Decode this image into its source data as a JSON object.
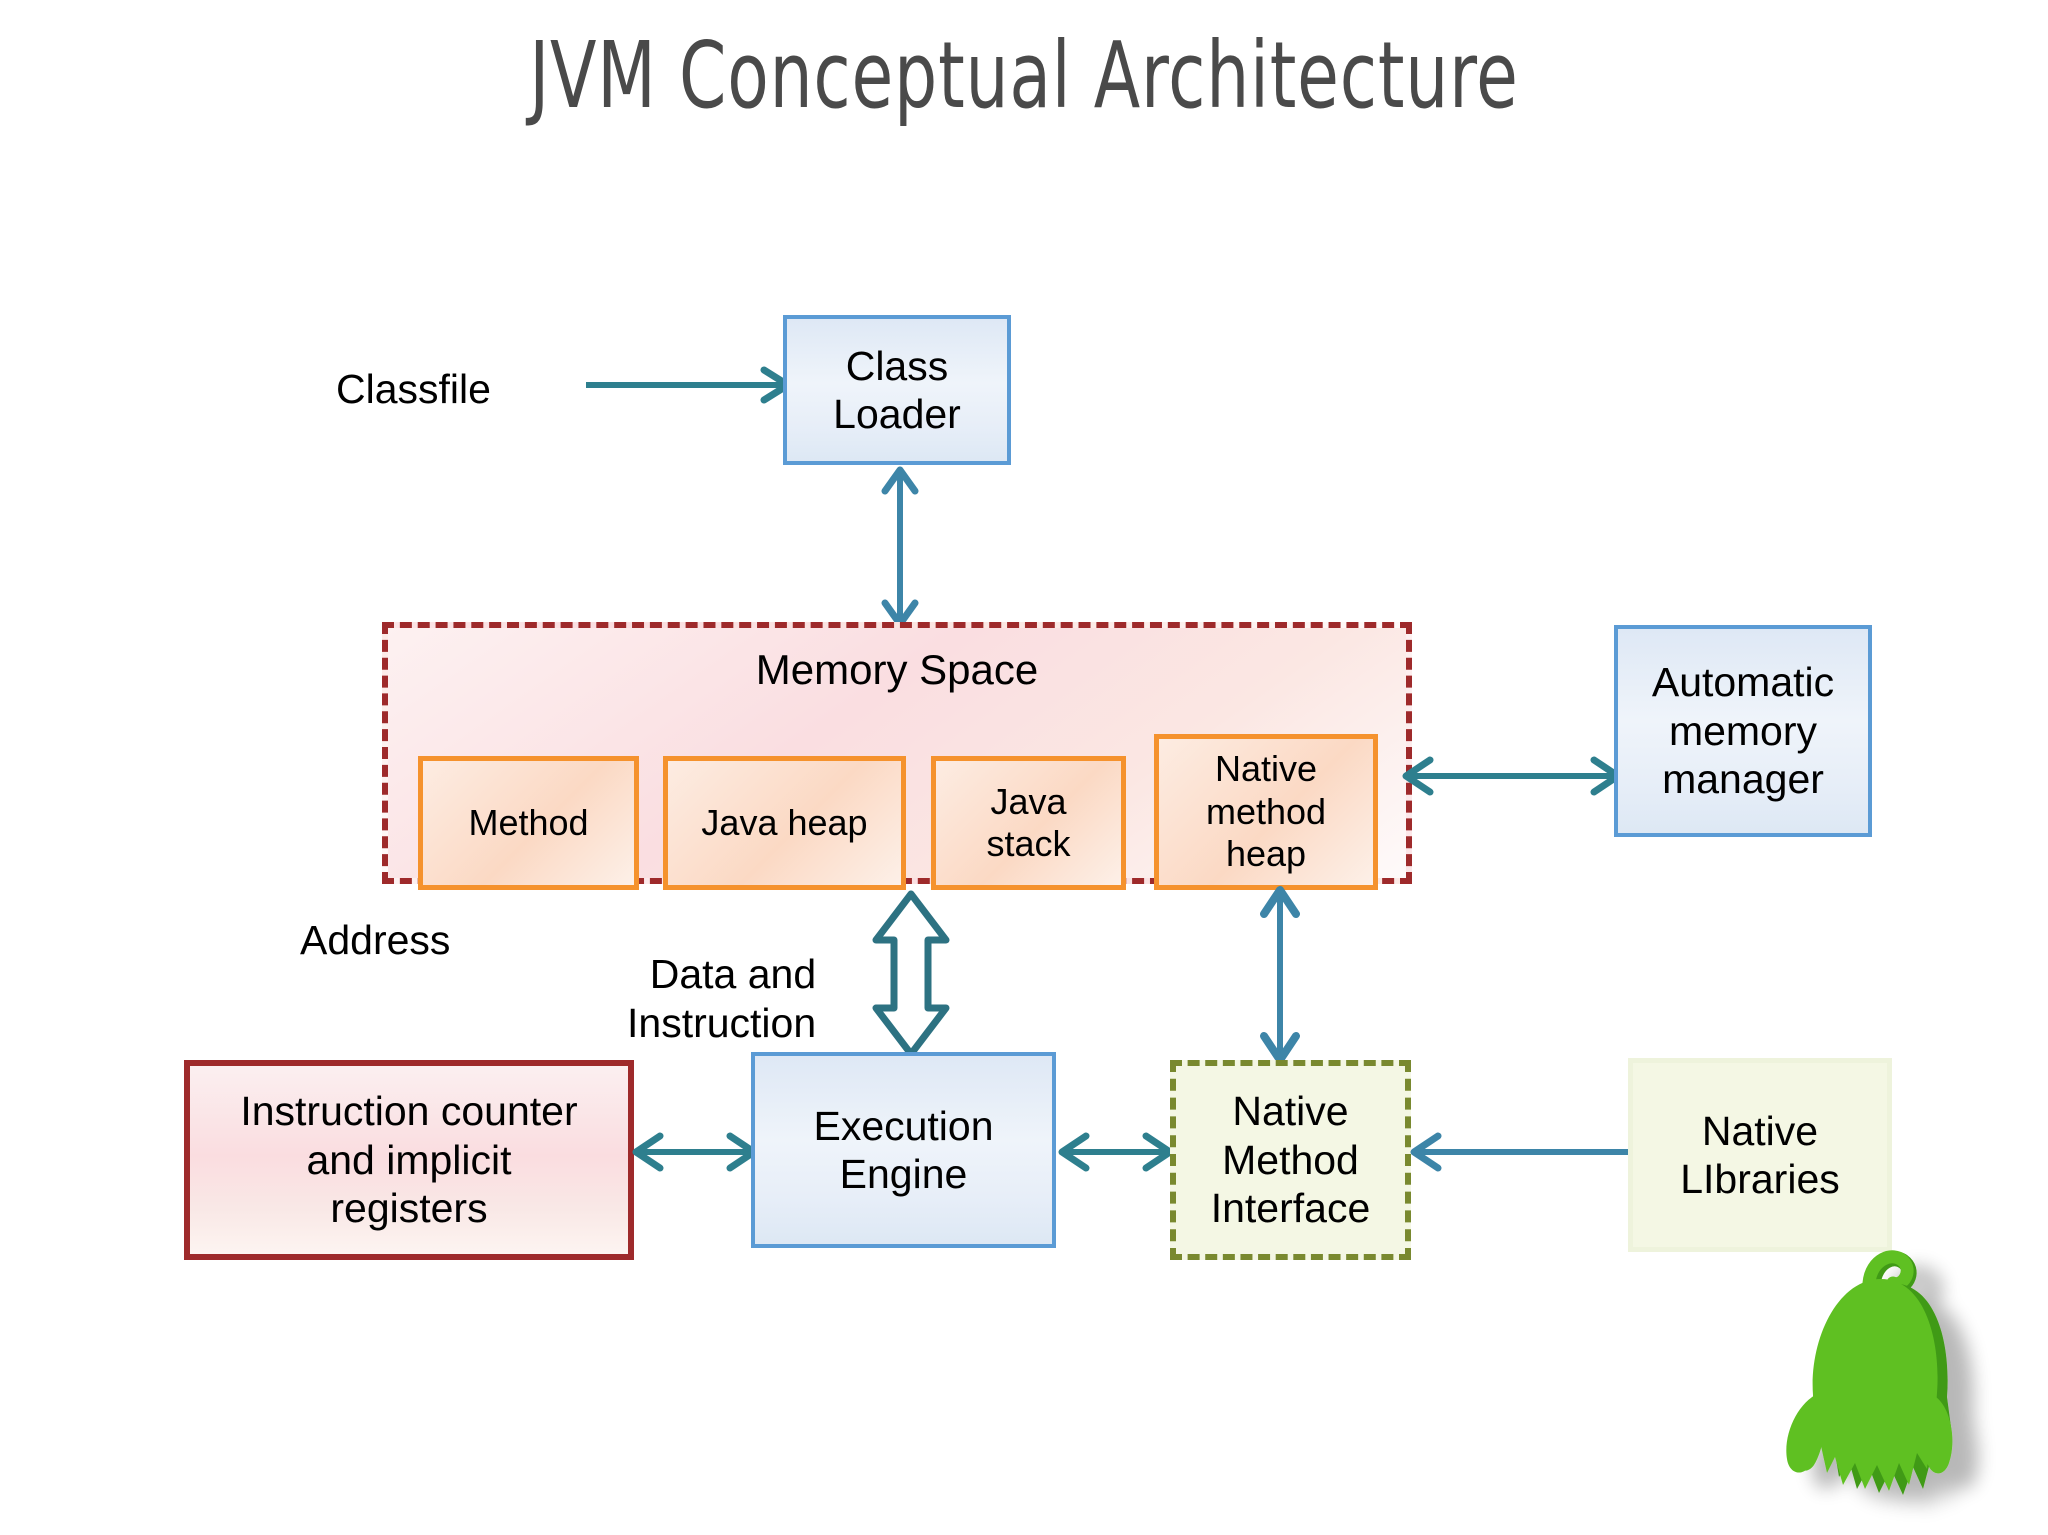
{
  "title": "JVM Conceptual Architecture",
  "labels": {
    "classfile": "Classfile",
    "address": "Address",
    "data_and_instruction": "Data and\nInstruction"
  },
  "boxes": {
    "class_loader": "Class\nLoader",
    "memory_space": "Memory Space",
    "method": "Method",
    "java_heap": "Java heap",
    "java_stack": "Java\nstack",
    "native_method_heap": "Native\nmethod\nheap",
    "automatic_memory_manager": "Automatic\nmemory\nmanager",
    "instruction_counter": "Instruction counter\nand implicit\nregisters",
    "execution_engine": "Execution\nEngine",
    "native_method_interface": "Native\nMethod\nInterface",
    "native_libraries": "Native\nLIbraries"
  },
  "colors": {
    "title_text": "#4a4a4a",
    "arrow_teal": "#2e7f8e",
    "arrow_blue": "#3d85a8",
    "blue_border": "#5b9bd5",
    "blue_fill": "#e3ebf6",
    "red_border": "#9e2a2b",
    "red_fill": "#fadde0",
    "orange_border": "#f5922d",
    "orange_fill": "#fbd9c4",
    "green_border": "#79892f",
    "green_fill": "#f4f7e4",
    "duke_green": "#5fc022"
  },
  "mascot": "duke-java-mascot"
}
